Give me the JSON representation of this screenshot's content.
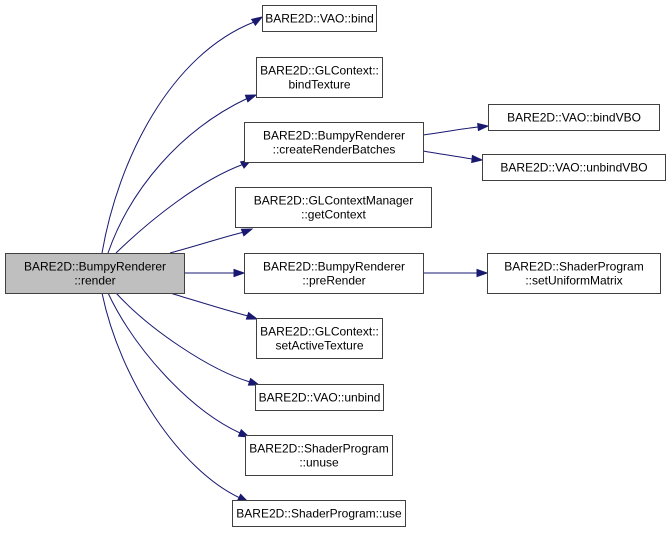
{
  "graph": {
    "type": "call-graph",
    "root": "render",
    "nodes": [
      {
        "id": "render",
        "lines": [
          "BARE2D::BumpyRenderer",
          "::render"
        ],
        "highlighted": true
      },
      {
        "id": "vao_bind",
        "lines": [
          "BARE2D::VAO::bind"
        ]
      },
      {
        "id": "glc_bindTexture",
        "lines": [
          "BARE2D::GLContext::",
          "bindTexture"
        ]
      },
      {
        "id": "createRenderBatches",
        "lines": [
          "BARE2D::BumpyRenderer",
          "::createRenderBatches"
        ]
      },
      {
        "id": "getContext",
        "lines": [
          "BARE2D::GLContextManager",
          "::getContext"
        ]
      },
      {
        "id": "preRender",
        "lines": [
          "BARE2D::BumpyRenderer",
          "::preRender"
        ]
      },
      {
        "id": "setActiveTexture",
        "lines": [
          "BARE2D::GLContext::",
          "setActiveTexture"
        ]
      },
      {
        "id": "vao_unbind",
        "lines": [
          "BARE2D::VAO::unbind"
        ]
      },
      {
        "id": "unuse",
        "lines": [
          "BARE2D::ShaderProgram",
          "::unuse"
        ]
      },
      {
        "id": "use",
        "lines": [
          "BARE2D::ShaderProgram::use"
        ]
      },
      {
        "id": "bindVBO",
        "lines": [
          "BARE2D::VAO::bindVBO"
        ]
      },
      {
        "id": "unbindVBO",
        "lines": [
          "BARE2D::VAO::unbindVBO"
        ]
      },
      {
        "id": "setUniformMatrix",
        "lines": [
          "BARE2D::ShaderProgram",
          "::setUniformMatrix"
        ]
      }
    ],
    "edges": [
      {
        "from": "render",
        "to": "vao_bind"
      },
      {
        "from": "render",
        "to": "glc_bindTexture"
      },
      {
        "from": "render",
        "to": "createRenderBatches"
      },
      {
        "from": "render",
        "to": "getContext"
      },
      {
        "from": "render",
        "to": "preRender"
      },
      {
        "from": "render",
        "to": "setActiveTexture"
      },
      {
        "from": "render",
        "to": "vao_unbind"
      },
      {
        "from": "render",
        "to": "unuse"
      },
      {
        "from": "render",
        "to": "use"
      },
      {
        "from": "createRenderBatches",
        "to": "bindVBO"
      },
      {
        "from": "createRenderBatches",
        "to": "unbindVBO"
      },
      {
        "from": "preRender",
        "to": "setUniformMatrix"
      }
    ],
    "colors": {
      "edge": "#191970",
      "border": "#404040",
      "root_fill": "#bfbfbf",
      "node_fill": "#ffffff"
    }
  }
}
